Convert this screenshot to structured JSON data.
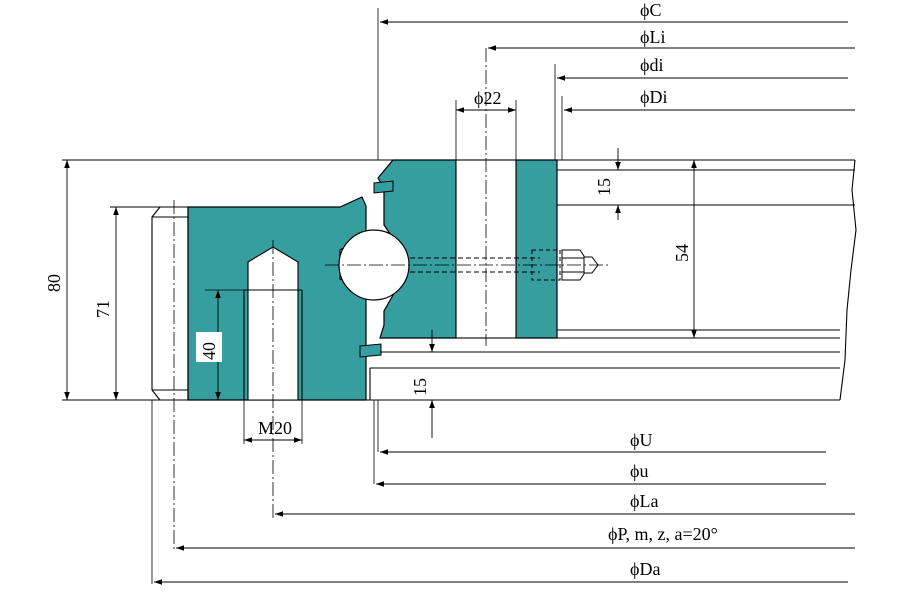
{
  "diagram": {
    "colors": {
      "fill": "#379ea0",
      "line": "#000000",
      "background": "#ffffff"
    },
    "top_dims": {
      "c": "ϕC",
      "li": "ϕLi",
      "di_small": "ϕdi",
      "di_big": "ϕDi",
      "hole": "ϕ22"
    },
    "side_dims": {
      "overall_height": "80",
      "outer_ring_height": "71",
      "thread_depth": "40",
      "inner_ring_height": "54",
      "top_step": "15",
      "bottom_step": "15"
    },
    "thread": "M20",
    "bottom_dims": {
      "u_big": "ϕU",
      "u_small": "ϕu",
      "la": "ϕLa",
      "p": "ϕP, m, z, a=20°",
      "da": "ϕDa"
    }
  }
}
